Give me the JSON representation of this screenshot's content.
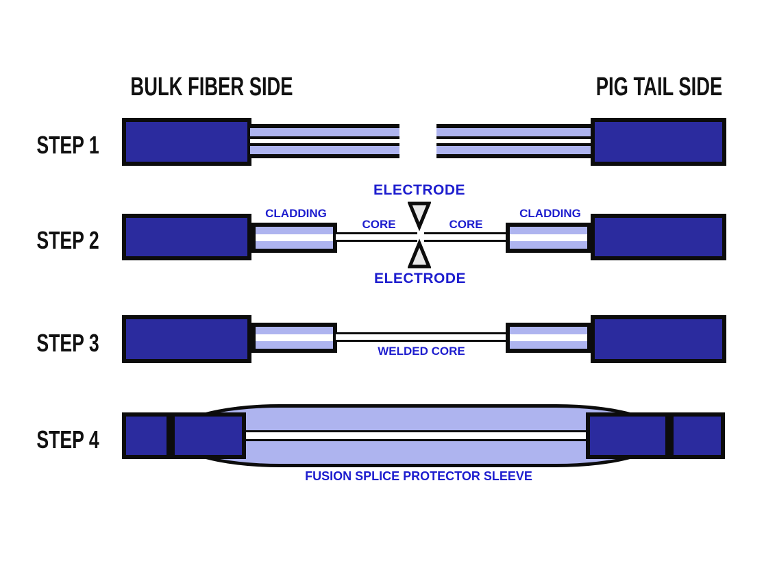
{
  "titles": {
    "left": "BULK FIBER SIDE",
    "right": "PIG TAIL SIDE"
  },
  "steps": [
    {
      "label": "STEP 1"
    },
    {
      "label": "STEP 2"
    },
    {
      "label": "STEP 3"
    },
    {
      "label": "STEP 4"
    }
  ],
  "step2": {
    "electrode_top": "ELECTRODE",
    "electrode_bottom": "ELECTRODE",
    "cladding_left": "CLADDING",
    "cladding_right": "CLADDING",
    "core_left": "CORE",
    "core_right": "CORE"
  },
  "step3": {
    "welded_core": "WELDED CORE"
  },
  "step4": {
    "sleeve_label": "FUSION SPLICE PROTECTOR SLEEVE"
  },
  "colors": {
    "background": "#ffffff",
    "jacket": "#2b2b9e",
    "cladding": "#aeb4ef",
    "core": "#ffffff",
    "outline": "#0c0c0c",
    "label": "#1d1dce",
    "electrode_fill": "#e9e9e9"
  }
}
